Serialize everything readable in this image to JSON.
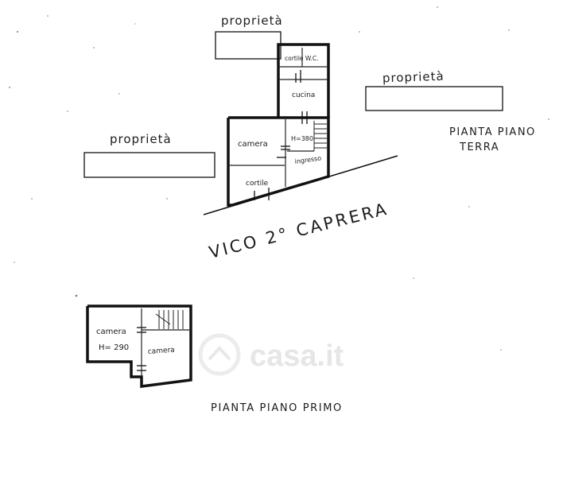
{
  "labels": {
    "proprieta_top": "proprietà",
    "proprieta_right": "proprietà",
    "proprieta_left": "proprietà",
    "pianta_terra_line1": "PIANTA PIANO",
    "pianta_terra_line2": "TERRA",
    "street": "VICO 2° CAPRERA",
    "pianta_primo": "PIANTA PIANO PRIMO"
  },
  "ground_floor_rooms": {
    "cortile_wc": "cortile W.C.",
    "cucina": "cucina",
    "camera": "camera",
    "height": "H=380",
    "ingresso": "ingresso",
    "cortile": "cortile"
  },
  "first_floor_rooms": {
    "camera_left": "camera",
    "height": "H= 290",
    "camera_right": "camera"
  },
  "watermark": "casa.it"
}
